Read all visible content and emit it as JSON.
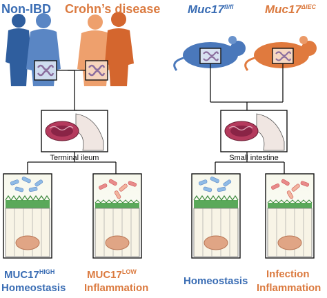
{
  "left_panel": {
    "label_non_ibd": "Non-IBD",
    "label_crohns": "Crohn’s disease",
    "tissue_label": "Terminal ileum",
    "outcome_left_main": "MUC17",
    "outcome_left_sup": "HIGH",
    "outcome_left_sub": "Homeostasis",
    "outcome_right_main": "MUC17",
    "outcome_right_sup": "LOW",
    "outcome_right_sub": "Inflammation"
  },
  "right_panel": {
    "label_control_main": "Muc17",
    "label_control_sup": "fl/fl",
    "label_knockout_main": "Muc17",
    "label_knockout_sup": "ΔIEC",
    "tissue_label": "Small intestine",
    "outcome_left": "Homeostasis",
    "outcome_right_line1": "Infection",
    "outcome_right_line2": "Inflammation"
  },
  "colors": {
    "blue": "#3a6db4",
    "orange": "#db7a3f",
    "body_blue": "#5a86c4",
    "body_orange": "#e8884f",
    "cell_green": "#5aa95a",
    "nucleus": "#e0a585",
    "mucus_bg": "#eef1da"
  }
}
